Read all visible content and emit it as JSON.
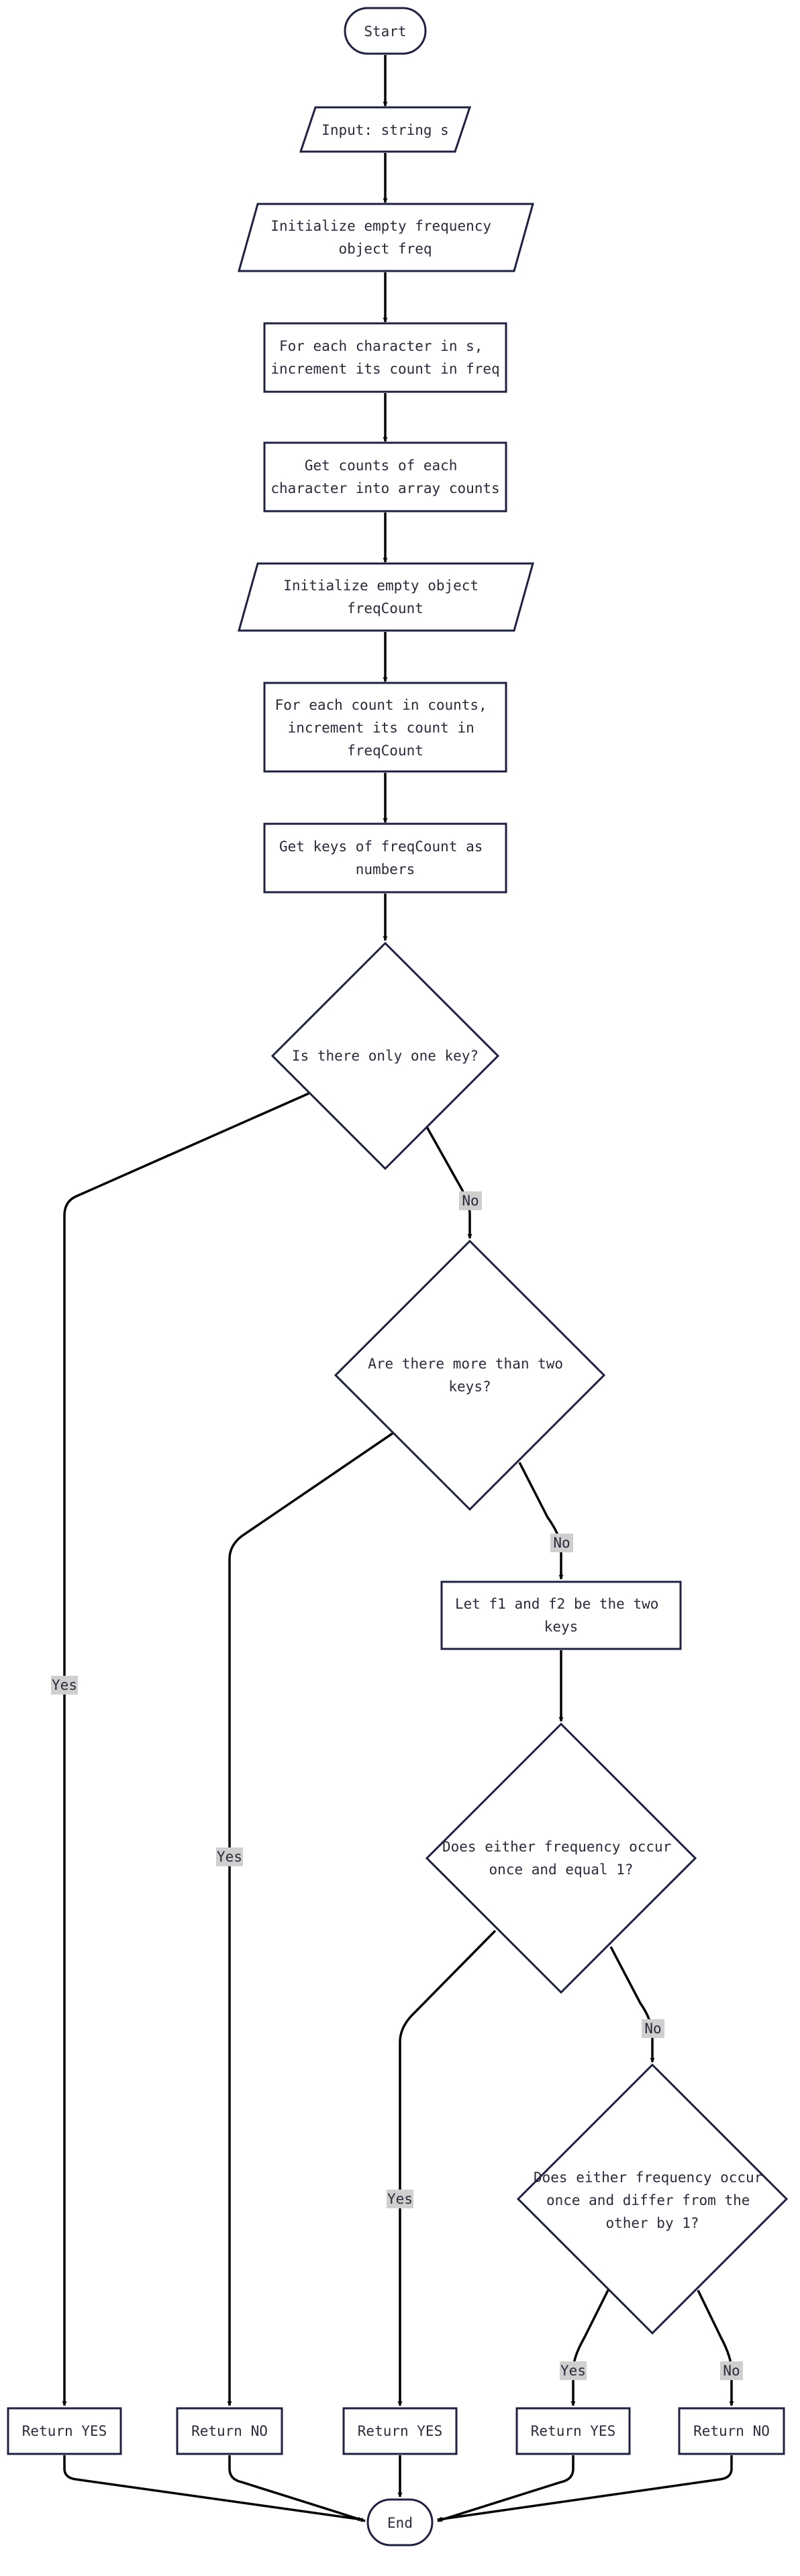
{
  "nodes": {
    "start": "Start",
    "input": "Input: string s",
    "init_freq": [
      "Initialize empty frequency",
      "object freq"
    ],
    "loop_chars": [
      "For each character in s,",
      "increment its count in freq"
    ],
    "get_counts": [
      "Get counts of each",
      "character into array counts"
    ],
    "init_freqcount": [
      "Initialize empty object",
      "freqCount"
    ],
    "loop_counts": [
      "For each count in counts,",
      "increment its count in",
      "freqCount"
    ],
    "get_keys": [
      "Get keys of freqCount as",
      "numbers"
    ],
    "q_one_key": [
      "Is there only one key?"
    ],
    "q_more_than_two": [
      "Are there more than two",
      "keys?"
    ],
    "let_f1_f2": [
      "Let f1 and f2 be the two",
      "keys"
    ],
    "q_once_equal_1": [
      "Does either frequency occur",
      "once and equal 1?"
    ],
    "q_once_differ_1": [
      "Does either frequency occur",
      "once and differ from the",
      "other by 1?"
    ],
    "ret_yes_1": "Return YES",
    "ret_no_1": "Return NO",
    "ret_yes_2": "Return YES",
    "ret_yes_3": "Return YES",
    "ret_no_2": "Return NO",
    "end": "End"
  },
  "edge_labels": {
    "one_key_yes": "Yes",
    "one_key_no": "No",
    "more_two_yes": "Yes",
    "more_two_no": "No",
    "equal1_yes": "Yes",
    "equal1_no": "No",
    "differ1_yes": "Yes",
    "differ1_no": "No"
  }
}
